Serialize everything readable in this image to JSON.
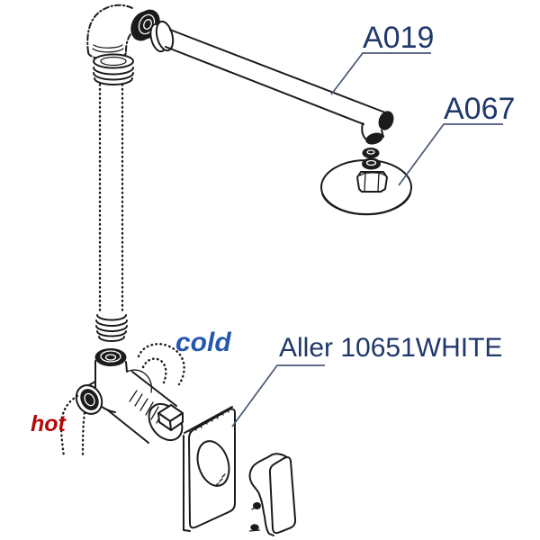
{
  "diagram": {
    "labels": {
      "shower_arm_part": "A019",
      "shower_head_part": "A067",
      "product": "Aller 10651WHITE",
      "cold": "cold",
      "hot": "hot"
    },
    "colors": {
      "label_navy": "#20386b",
      "cold_blue": "#2458ae",
      "hot_red": "#b40808",
      "line": "#1b1b1b",
      "leader": "#4a5878",
      "background": "#ffffff"
    }
  }
}
